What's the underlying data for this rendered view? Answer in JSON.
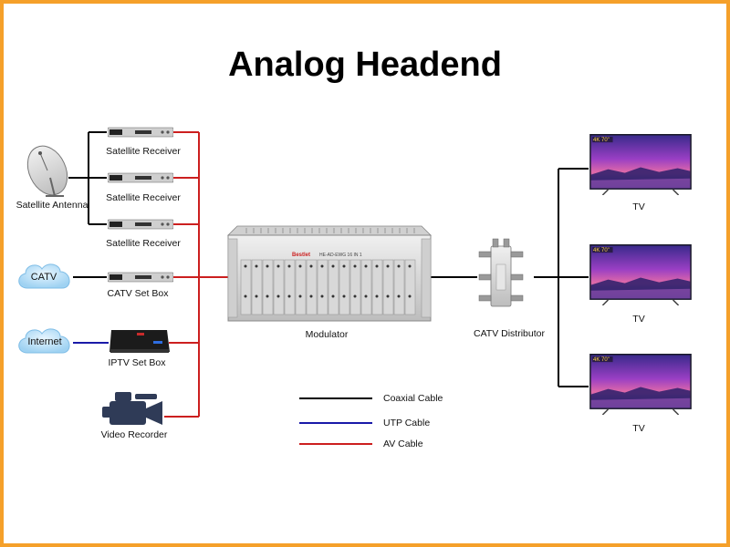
{
  "title": "Analog Headend",
  "labels": {
    "satellite_antenna": "Satellite Antenna",
    "satellite_receiver_1": "Satellite Receiver",
    "satellite_receiver_2": "Satellite Receiver",
    "satellite_receiver_3": "Satellite Receiver",
    "catv_cloud": "CATV",
    "catv_set_box": "CATV Set Box",
    "internet_cloud": "Internet",
    "iptv_set_box": "IPTV Set Box",
    "video_recorder": "Video Recorder",
    "modulator": "Modulator",
    "modulator_brand": "Bestlet",
    "modulator_model": "HE-AD-EWG 16 IN 1",
    "catv_distributor": "CATV Distributor",
    "tv_1": "TV",
    "tv_2": "TV",
    "tv_3": "TV",
    "tv_badge": "4K 70\""
  },
  "legend": [
    {
      "label": "Coaxial Cable",
      "color": "#000000"
    },
    {
      "label": "UTP Cable",
      "color": "#1a1aa8"
    },
    {
      "label": "AV Cable",
      "color": "#cc1f1f"
    }
  ],
  "colors": {
    "border": "#f5a02a",
    "coaxial": "#000000",
    "utp": "#1a1aa8",
    "av": "#cc1f1f"
  }
}
